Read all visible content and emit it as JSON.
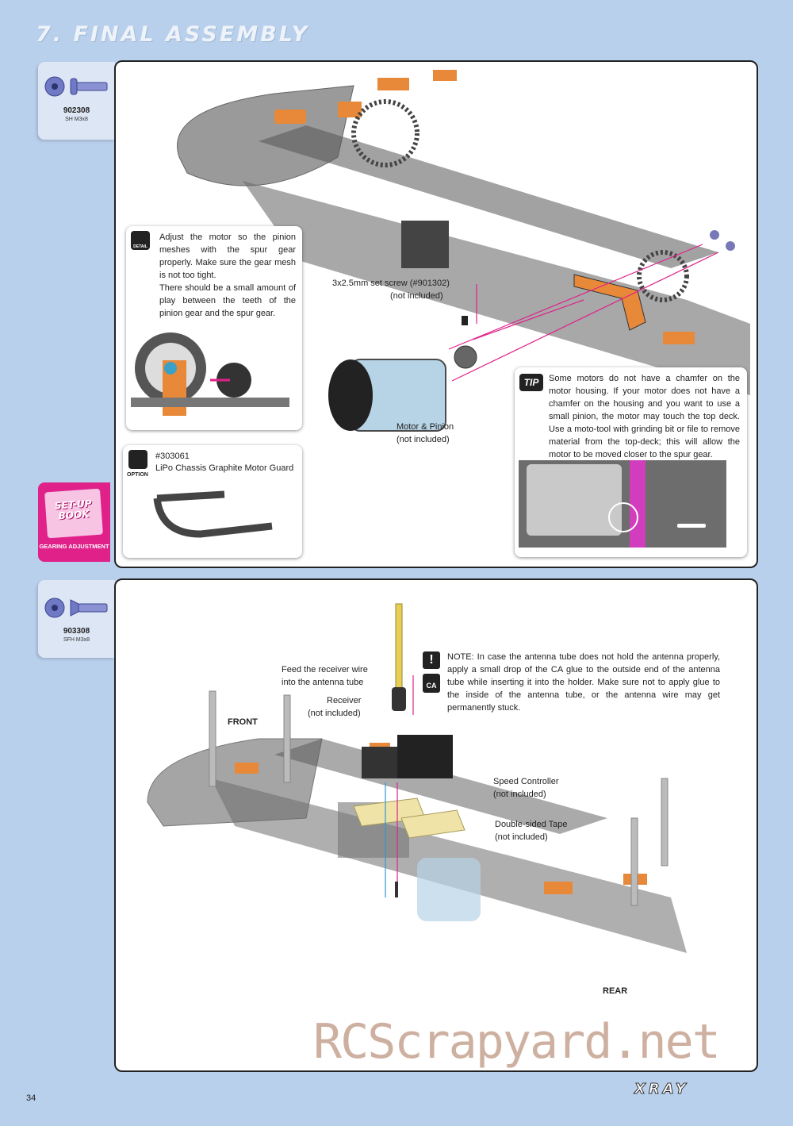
{
  "header": {
    "title": "7. FINAL ASSEMBLY"
  },
  "step1": {
    "part": {
      "code": "902308",
      "desc": "SH M3x8"
    },
    "detail_badge": "DETAIL",
    "detail_text_1": "Adjust the motor so the pinion meshes with the spur gear properly. Make sure the gear mesh is not too tight.",
    "detail_text_2": "There should be a small amount of play between the teeth of the pinion gear and the spur gear.",
    "set_screw_label": "3x2.5mm set screw (#901302)",
    "set_screw_note": "(not included)",
    "motor_label": "Motor & Pinion",
    "motor_note": "(not included)",
    "tip_badge": "TIP",
    "tip_text": "Some motors do not have a chamfer on the motor housing. If your motor does not have a chamfer on the housing and you want to use a small pinion, the motor may touch the top deck. Use a moto-tool with grinding bit or file to remove material from the top-deck; this will allow the motor to be moved closer to the spur gear.",
    "option_badge": "OPTION",
    "option_code": "#303061",
    "option_name": "LiPo Chassis Graphite Motor Guard",
    "setup_book": "SET-UP BOOK",
    "setup_topic": "GEARING ADJUSTMENT"
  },
  "step2": {
    "part": {
      "code": "903308",
      "desc": "SFH M3x8"
    },
    "receiver_wire_1": "Feed the receiver wire",
    "receiver_wire_2": "into the antenna tube",
    "receiver_label": "Receiver",
    "receiver_note": "(not included)",
    "front_label": "FRONT",
    "rear_label": "REAR",
    "note_text": "NOTE: In case the antenna tube does not hold the antenna properly, apply a small drop of the CA glue to the outside end of the antenna tube while inserting it into the holder. Make sure not to apply glue to the inside of the antenna tube, or the antenna wire may get permanently stuck.",
    "ca_badge": "CA",
    "esc_label": "Speed Controller",
    "esc_note": "(not included)",
    "tape_label": "Double-sided Tape",
    "tape_note": "(not included)"
  },
  "footer": {
    "page_number": "34",
    "brand": "XRAY",
    "watermark": "RCScrapyard.net"
  },
  "colors": {
    "background": "#b9d0ec",
    "accent_orange": "#e8893a",
    "accent_pink": "#e0218a",
    "chassis_grey": "#8c8c8c"
  }
}
